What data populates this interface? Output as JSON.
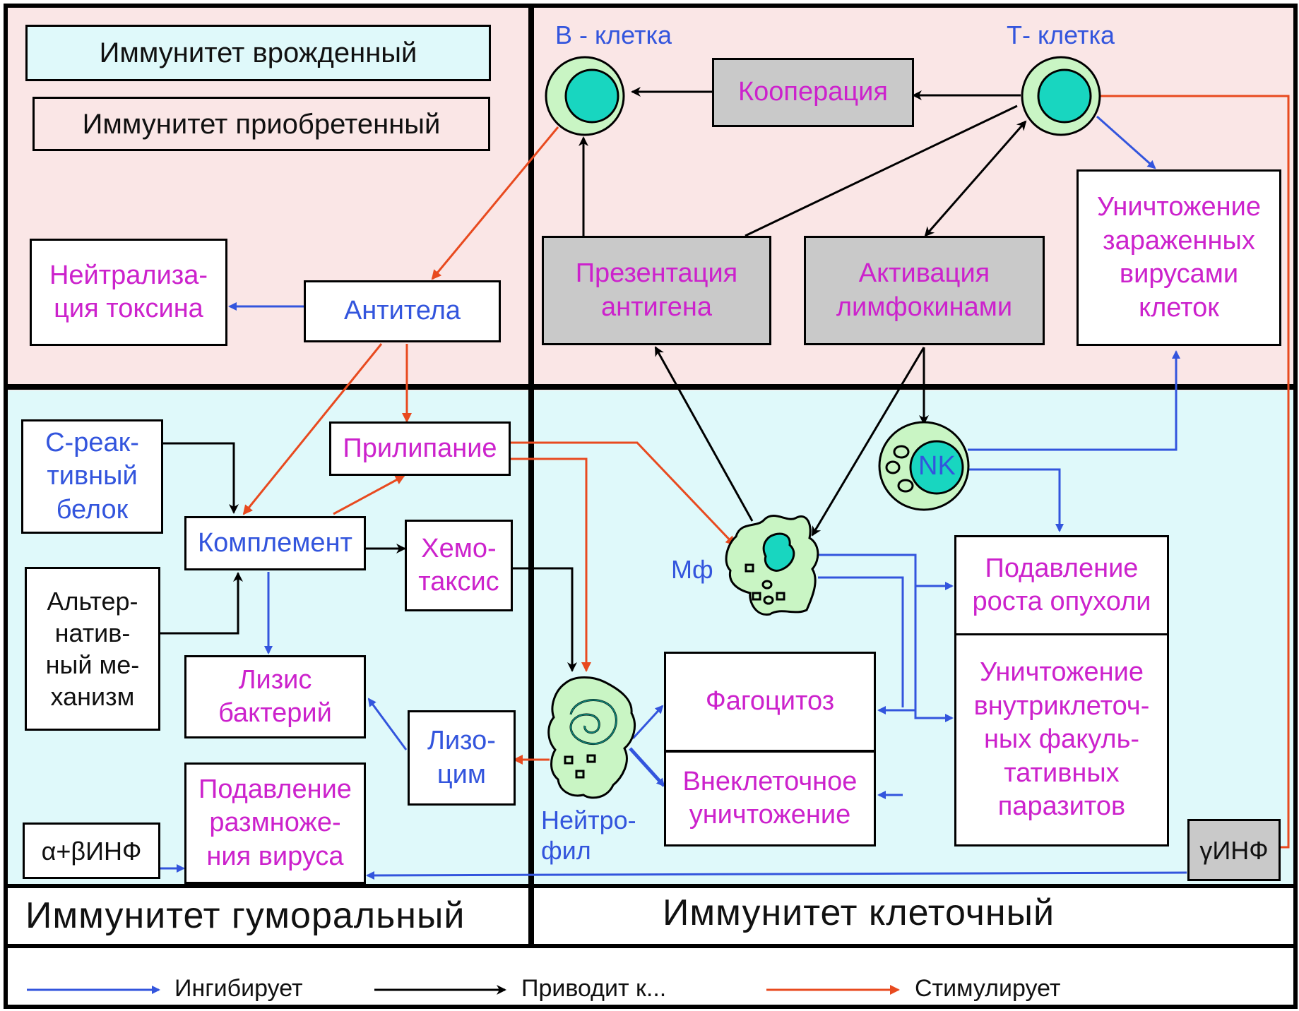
{
  "legend_boxes": {
    "innate": "Иммунитет  врожденный",
    "acquired": "Иммунитет  приобретенный"
  },
  "cells": {
    "b_cell": "B - клетка",
    "t_cell": "Т- клетка",
    "nk": "NK",
    "macrophage": "Мф",
    "neutrophil": "Нейтро-\nфил"
  },
  "boxes": {
    "cooperation": "Кооперация",
    "antigen_presentation": "Презентация\nантигена",
    "lymphokine_activation": "Активация\nлимфокинами",
    "infected_cells_destruction": "Уничтожение\nзараженных\nвирусами\nклеток",
    "toxin_neutralization": "Нейтрализа-\nция  токсина",
    "antibodies": "Антитела",
    "c_reactive_protein": "С-реак-\nтивный\nбелок",
    "adhesion": "Прилипание",
    "complement": "Комплемент",
    "chemotaxis": "Хемо-\nтаксис",
    "alternative_mechanism": "Альтер-\nнатив-\nный  ме-\nханизм",
    "bacteria_lysis": "Лизис\nбактерий",
    "lysozyme": "Лизо-\nцим",
    "virus_suppression": "Подавление\nразмноже-\nния  вируса",
    "alpha_beta_ifn": "α+βИНФ",
    "tumor_suppression": "Подавление\nроста  опухоли",
    "intracellular_destruction": "Уничтожение\nвнутриклеточ-\nных  факуль-\nтативных\nпаразитов",
    "phagocytosis": "Фагоцитоз",
    "extracellular_destruction": "Внеклеточное\nуничтожение",
    "gamma_ifn": "γИНФ"
  },
  "sections": {
    "humoral": "Иммунитет  гуморальный",
    "cellular": "Иммунитет  клеточный"
  },
  "legend": {
    "inhibits": "Ингибирует",
    "leads_to": "Приводит  к...",
    "stimulates": "Стимулирует"
  },
  "colors": {
    "innate_bg": "#dff9fa",
    "acquired_bg": "#fae6e6",
    "inhibit_arrow": "#3355dd",
    "lead_arrow": "#000000",
    "stimulate_arrow": "#e84a1f",
    "cell_outer": "#c9f5c4",
    "cell_nucleus": "#18d6c0",
    "gray_box": "#c9c9c9"
  }
}
